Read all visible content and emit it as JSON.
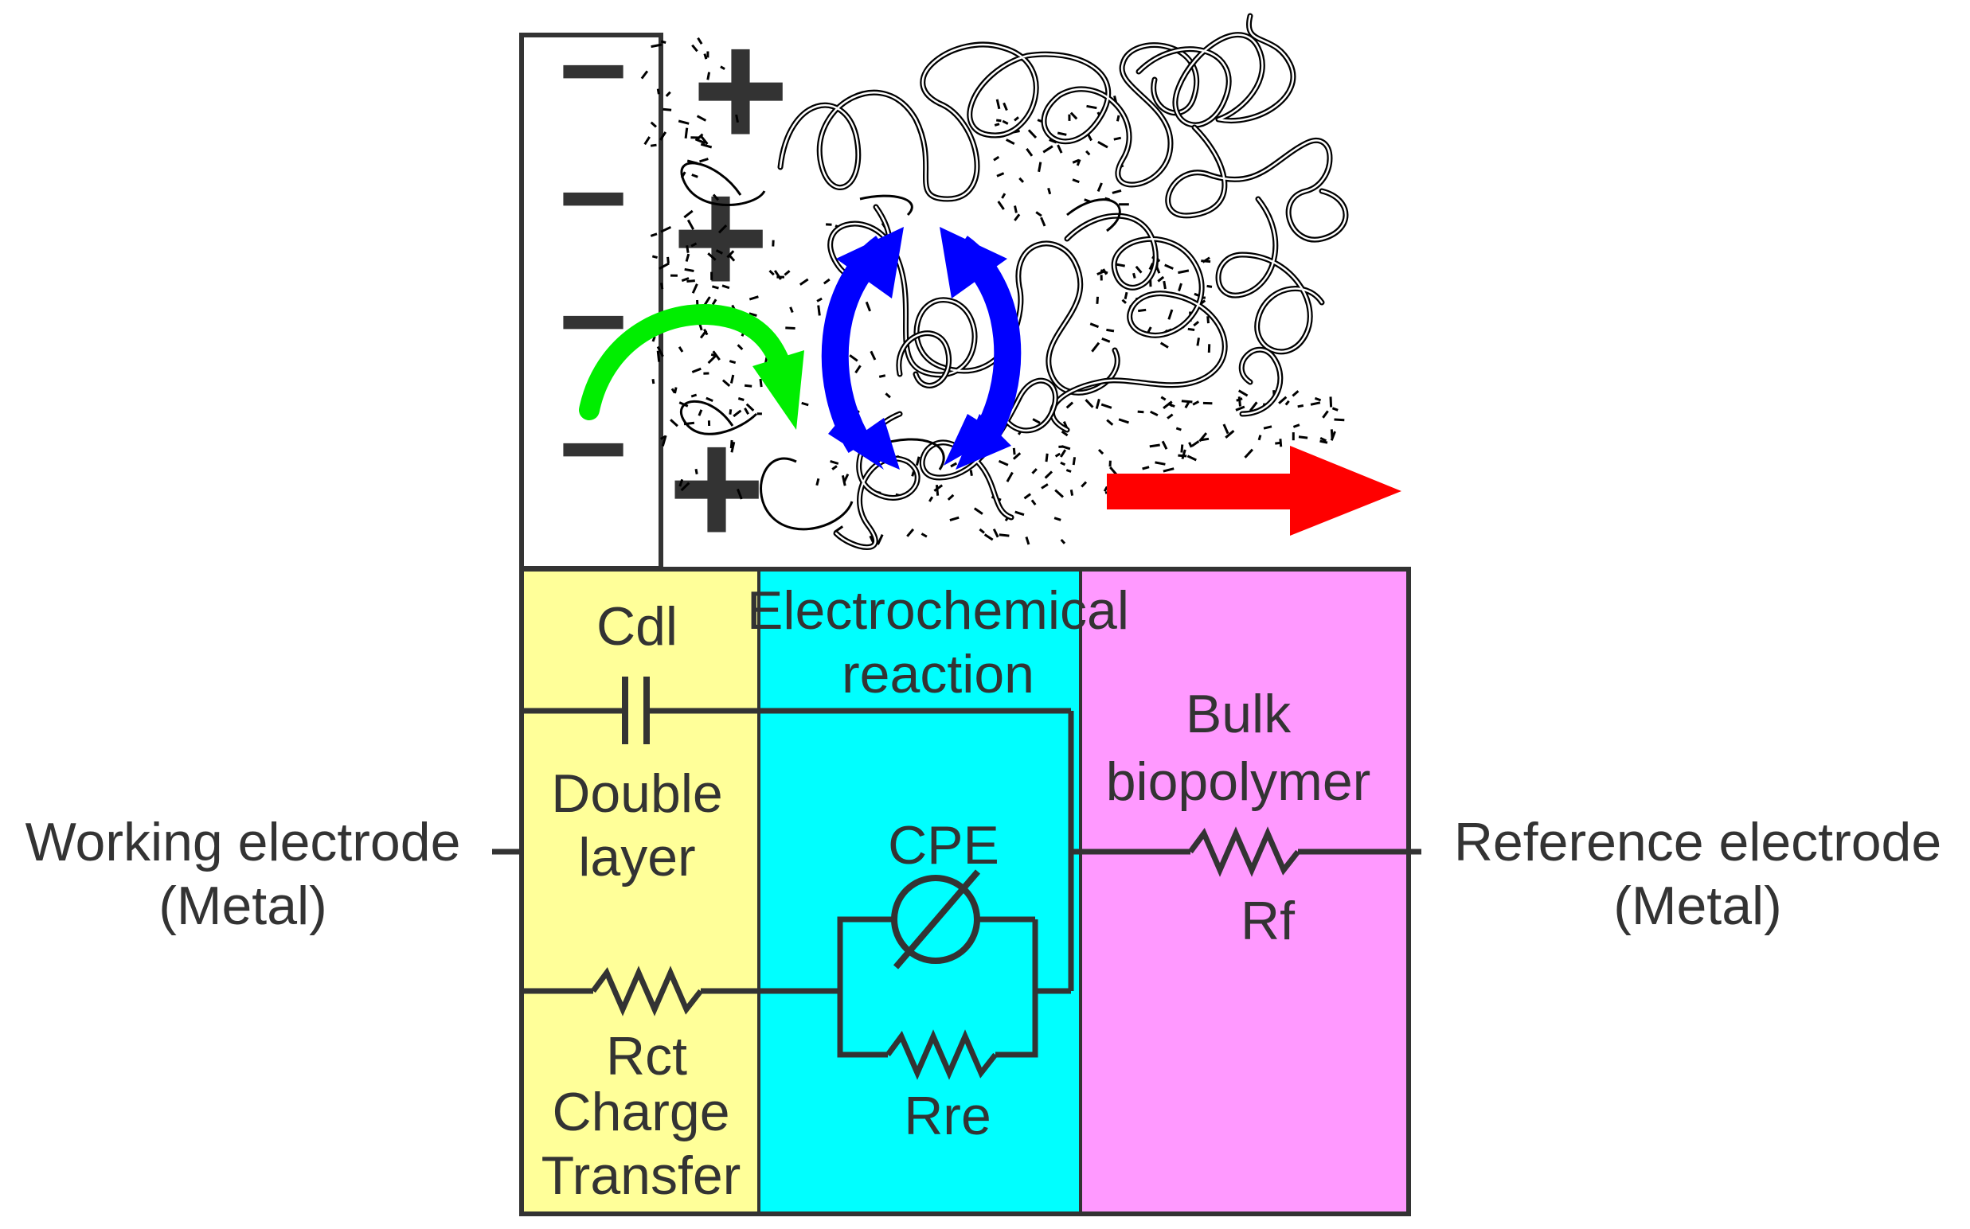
{
  "diagram": {
    "left_terminal": {
      "line1": "Working electrode",
      "line2": "(Metal)"
    },
    "right_terminal": {
      "line1": "Reference electrode",
      "line2": "(Metal)"
    },
    "regions": {
      "double_layer": {
        "color": "#ffff99",
        "capacitor_label": "Cdl",
        "caption_line1": "Double",
        "caption_line2": "layer",
        "resistor_label": "Rct",
        "resistor_caption_line1": "Charge",
        "resistor_caption_line2": "Transfer"
      },
      "electrochemical": {
        "color": "#00ffff",
        "title_line1": "Electrochemical",
        "title_line2": "reaction",
        "cpe_label": "CPE",
        "resistor_label": "Rre"
      },
      "bulk": {
        "color": "#ff99ff",
        "title_line1": "Bulk",
        "title_line2": "biopolymer",
        "resistor_label": "Rf"
      }
    },
    "electrode_charge": "−",
    "ion_charge": "+",
    "arrow_colors": {
      "green": "#00ee00",
      "blue": "#0000ff",
      "red": "#ff0000"
    },
    "icons": [
      "electrode-plate",
      "polymer-network",
      "green-curved-arrow-icon",
      "blue-cycle-arrows-icon",
      "red-right-arrow-icon"
    ]
  }
}
